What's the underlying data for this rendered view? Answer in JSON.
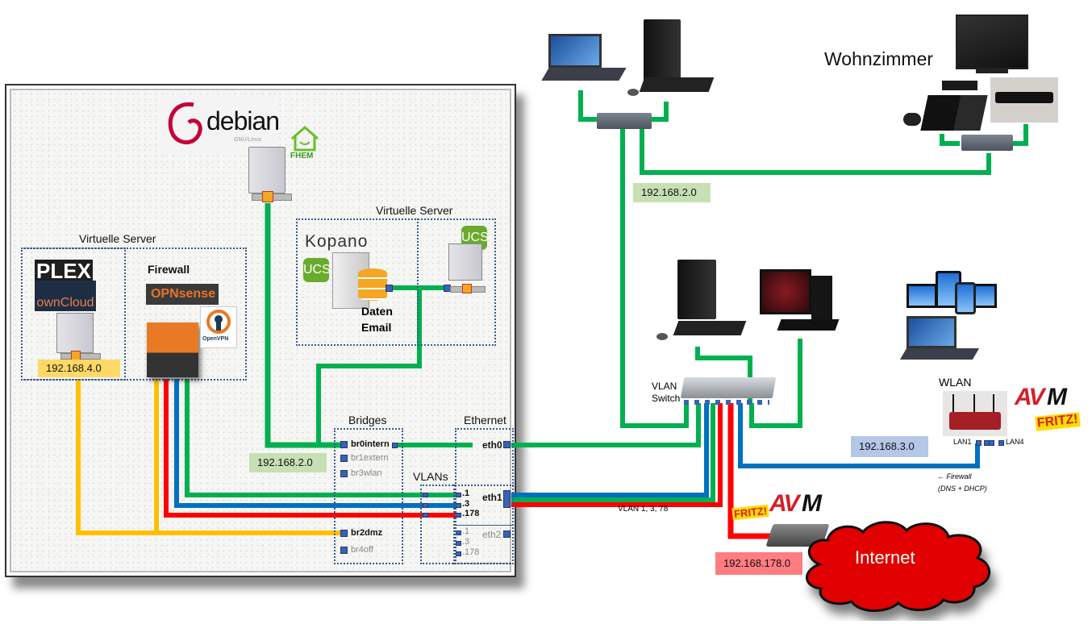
{
  "colors": {
    "vlan1_green": "#00b050",
    "vlan3_blue": "#0070c0",
    "vlan178_red": "#ff0000",
    "dmz_yellow": "#ffc000",
    "net_green_bg": "#c6e0b4",
    "net_yellow_bg": "#ffd966",
    "net_blue_bg": "#b4c7e7",
    "net_red_bg": "#ff7c80",
    "port_blue": "#3a62b4",
    "internet_red": "#e00000"
  },
  "server": {
    "os_logo": "debian",
    "os_sub": "GNU/Linux",
    "fhem_label": "FHEM",
    "vm_group_left": {
      "title": "Virtuelle Server",
      "media": {
        "logos": [
          "PLEX",
          "ownCloud"
        ],
        "network": "192.168.4.0"
      },
      "firewall": {
        "title": "Firewall",
        "logos": [
          "OPNsense",
          "OpenVPN"
        ]
      }
    },
    "vm_group_right": {
      "title": "Virtuelle Server",
      "mail": {
        "logos": [
          "Kopano",
          "UCS"
        ],
        "caption_line1": "Daten",
        "caption_line2": "Email"
      },
      "ucs": {
        "logo": "UCS"
      }
    },
    "lan_network": "192.168.2.0",
    "bridges": {
      "title": "Bridges",
      "items": [
        {
          "name": "br0intern",
          "active": true
        },
        {
          "name": "br1extern",
          "active": false
        },
        {
          "name": "br3wlan",
          "active": false
        },
        {
          "name": "br2dmz",
          "active": true
        },
        {
          "name": "br4off",
          "active": false
        }
      ]
    },
    "vlans": {
      "title": "VLANs",
      "eth1": [
        ".1",
        ".3",
        ".178"
      ],
      "eth2": [
        ".1",
        ".3",
        ".178"
      ]
    },
    "ethernet": {
      "title": "Ethernet",
      "ports": [
        "eth0",
        "eth1",
        "eth2"
      ]
    }
  },
  "office": {
    "network": "192.168.2.0"
  },
  "living_room": {
    "title": "Wohnzimmer"
  },
  "vlan_switch": {
    "label_line1": "VLAN",
    "label_line2": "Switch",
    "trunk_label": "VLAN 1, 3, 78"
  },
  "wlan": {
    "title": "WLAN",
    "brand": "AVM FRITZ!",
    "port_left": "LAN1",
    "port_right": "LAN4",
    "network": "192.168.3.0",
    "note_line1": "← Firewall",
    "note_line2": "(DNS + DHCP)"
  },
  "internet": {
    "label": "Internet",
    "router_brand": "AVM FRITZ!",
    "network": "192.168.178.0"
  }
}
